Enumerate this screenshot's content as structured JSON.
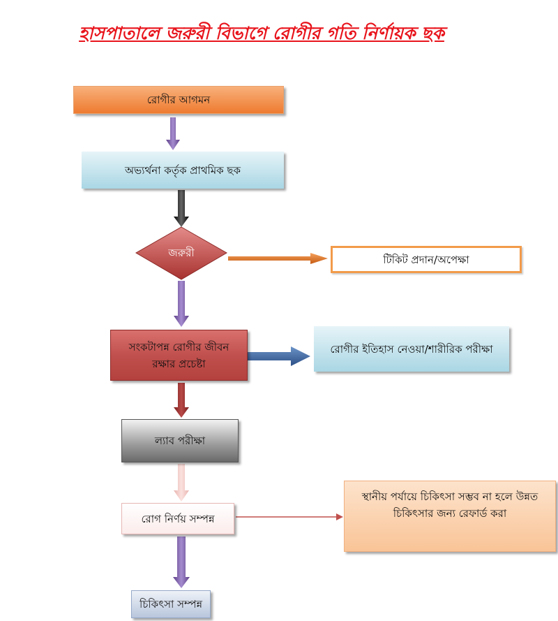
{
  "title": "হাসপাতালে জরুরী বিভাগে রোগীর গতি নির্ণায়ক ছক",
  "nodes": {
    "arrival": "রোগীর আগমন",
    "reception_check": "অভ্যর্থনা কর্তৃক প্রাথমিক ছক",
    "emergency_decision": "জরুরী",
    "ticket_wait": "টিকিট প্রদান/অপেক্ষা",
    "life_saving": "সংকটাপন্ন রোগীর জীবন রক্ষার প্রচেষ্টা",
    "history_exam": "রোগীর ইতিহাস নেওয়া/শারীরিক পরীক্ষা",
    "lab_test": "ল্যাব পরীক্ষা",
    "diagnosis_done": "রোগ নির্ণয় সম্পন্ন",
    "referral": "স্থানীয় পর্যায়ে চিকিৎসা সম্ভব না হলে উন্নত চিকিৎসার জন্য রেফার্ড করা",
    "treatment_done": "চিকিৎসা সম্পন্ন"
  },
  "colors": {
    "title": "#e8141c",
    "orange": "#f28a3c",
    "light_blue": "#bfe3ee",
    "red": "#c0504d",
    "gray": "#8c8c8c",
    "peach": "#fbcaa0",
    "purple": "#8064a2"
  }
}
